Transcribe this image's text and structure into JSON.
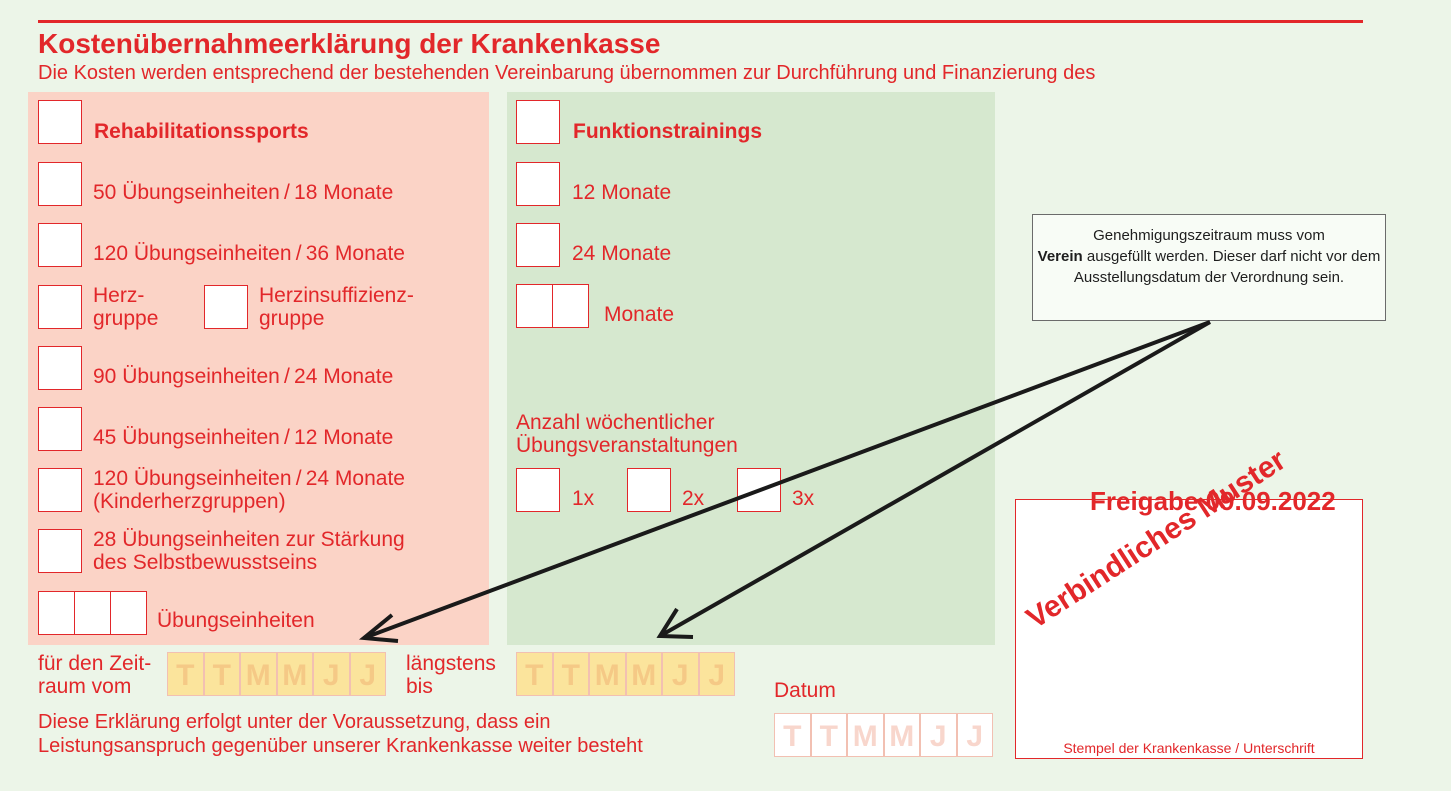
{
  "title": "Kostenübernahmeerklärung der Krankenkasse",
  "subtitle": "Die Kosten werden entsprechend der bestehenden Vereinbarung übernommen zur Durchführung und Finanzierung des",
  "rehab": {
    "heading": "Rehabilitationssports",
    "opt1": "50 Übungseinheiten / 18 Monate",
    "opt2": "120 Übungseinheiten / 36 Monate",
    "herz_l1": "Herz-",
    "herz_l2": "gruppe",
    "herzinsuff_l1": "Herzinsuffizienz-",
    "herzinsuff_l2": "gruppe",
    "opt3": "90 Übungseinheiten / 24 Monate",
    "opt4": "45 Übungseinheiten / 12 Monate",
    "opt5_l1": "120 Übungseinheiten / 24 Monate",
    "opt5_l2": "(Kinderherzgruppen)",
    "opt6_l1": "28 Übungseinheiten zur Stärkung",
    "opt6_l2": "des Selbstbewusstseins",
    "units_label": "Übungseinheiten"
  },
  "funktion": {
    "heading": "Funktionstrainings",
    "opt1": "12 Monate",
    "opt2": "24 Monate",
    "opt3": "Monate",
    "weekly_l1": "Anzahl wöchentlicher",
    "weekly_l2": "Übungsveranstaltungen",
    "w1": "1x",
    "w2": "2x",
    "w3": "3x"
  },
  "period": {
    "from_l1": "für den Zeit-",
    "from_l2": "raum vom",
    "until_l1": "längstens",
    "until_l2": "bis",
    "date_label": "Datum",
    "placeholders": [
      "T",
      "T",
      "M",
      "M",
      "J",
      "J"
    ]
  },
  "footer_l1": "Diese Erklärung erfolgt unter der Voraussetzung, dass ein",
  "footer_l2": "Leistungsanspruch gegenüber unserer Krankenkasse weiter besteht",
  "stamp": {
    "freigabe": "Freigabe 09.09.2022",
    "muster": "Verbindliches Muster",
    "caption": "Stempel der Krankenkasse / Unterschrift"
  },
  "note": {
    "part1": "Genehmigungszeitraum muss vom",
    "bold": "Verein",
    "part2": " ausgefüllt werden. Dieser darf nicht vor dem Ausstellungsdatum der Verordnung sein."
  },
  "colors": {
    "accent": "#e2272a",
    "rehab_panel": "#fbd3c6",
    "funktion_panel": "#d6e8cf",
    "highlight": "#fbe49c"
  }
}
